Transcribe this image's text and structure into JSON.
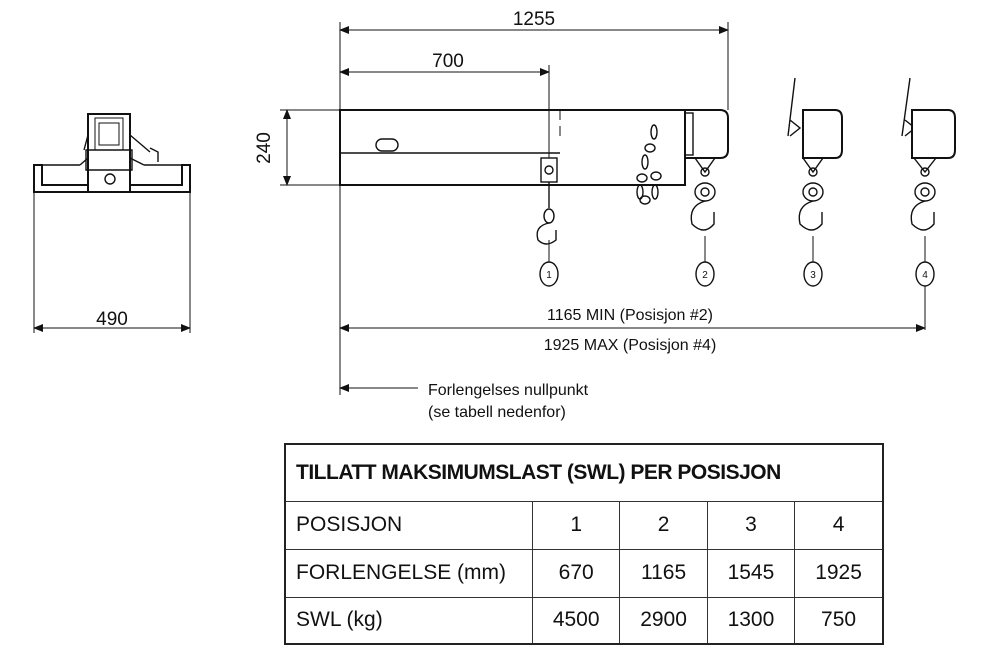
{
  "dimensions": {
    "overall_length": "1255",
    "extension_start": "700",
    "height": "240",
    "width": "490",
    "min_length": "1165 MIN (Posisjon #2)",
    "max_length": "1925 MAX (Posisjon #4)"
  },
  "positions": [
    "1",
    "2",
    "3",
    "4"
  ],
  "zero_point_note": {
    "line1": "Forlengelses nullpunkt",
    "line2": "(se tabell nedenfor)"
  },
  "table": {
    "title": "TILLATT MAKSIMUMSLAST (SWL) PER POSISJON",
    "rows": [
      {
        "label": "POSISJON",
        "values": [
          "1",
          "2",
          "3",
          "4"
        ]
      },
      {
        "label": "FORLENGELSE (mm)",
        "values": [
          "670",
          "1165",
          "1545",
          "1925"
        ]
      },
      {
        "label": "SWL (kg)",
        "values": [
          "4500",
          "2900",
          "1300",
          "750"
        ]
      }
    ]
  }
}
